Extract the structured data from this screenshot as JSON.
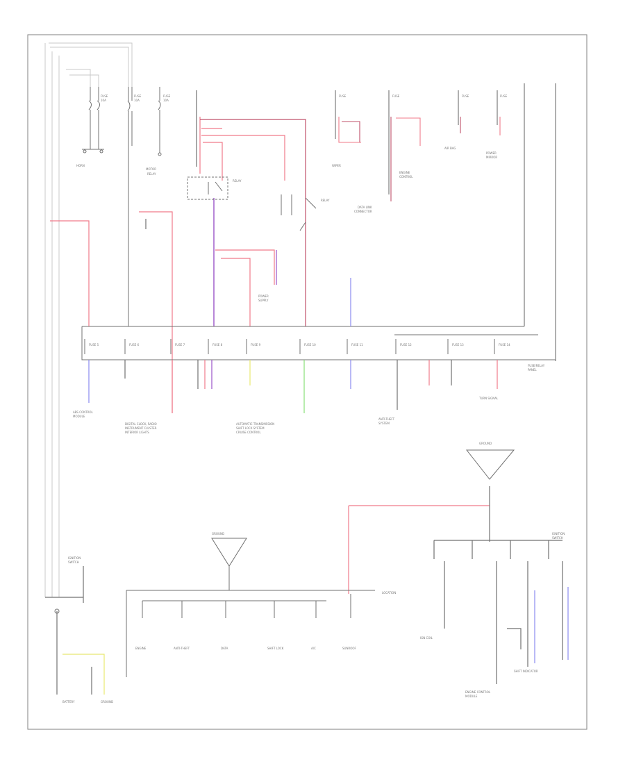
{
  "diagram": {
    "footer_code": "",
    "colors": {
      "frame": "#808080",
      "wire": "#707070",
      "red": "#f07a8a",
      "dark_red": "#c0506a",
      "purple": "#9a52c8",
      "blue": "#8a8af0",
      "green": "#88e078",
      "yellow": "#e8e870",
      "label": "#9a9a9a"
    },
    "components": [
      {
        "id": "battery",
        "label": ""
      },
      {
        "id": "ignition-switch",
        "label": ""
      },
      {
        "id": "fuse-relay-panel",
        "label": ""
      },
      {
        "id": "ground-distribution-top",
        "label": ""
      },
      {
        "id": "ground-distribution-left",
        "label": ""
      },
      {
        "id": "ground-distribution-right",
        "label": ""
      },
      {
        "id": "splice-main",
        "label": ""
      },
      {
        "id": "relay-left",
        "label": ""
      },
      {
        "id": "relay-right",
        "label": ""
      }
    ]
  }
}
